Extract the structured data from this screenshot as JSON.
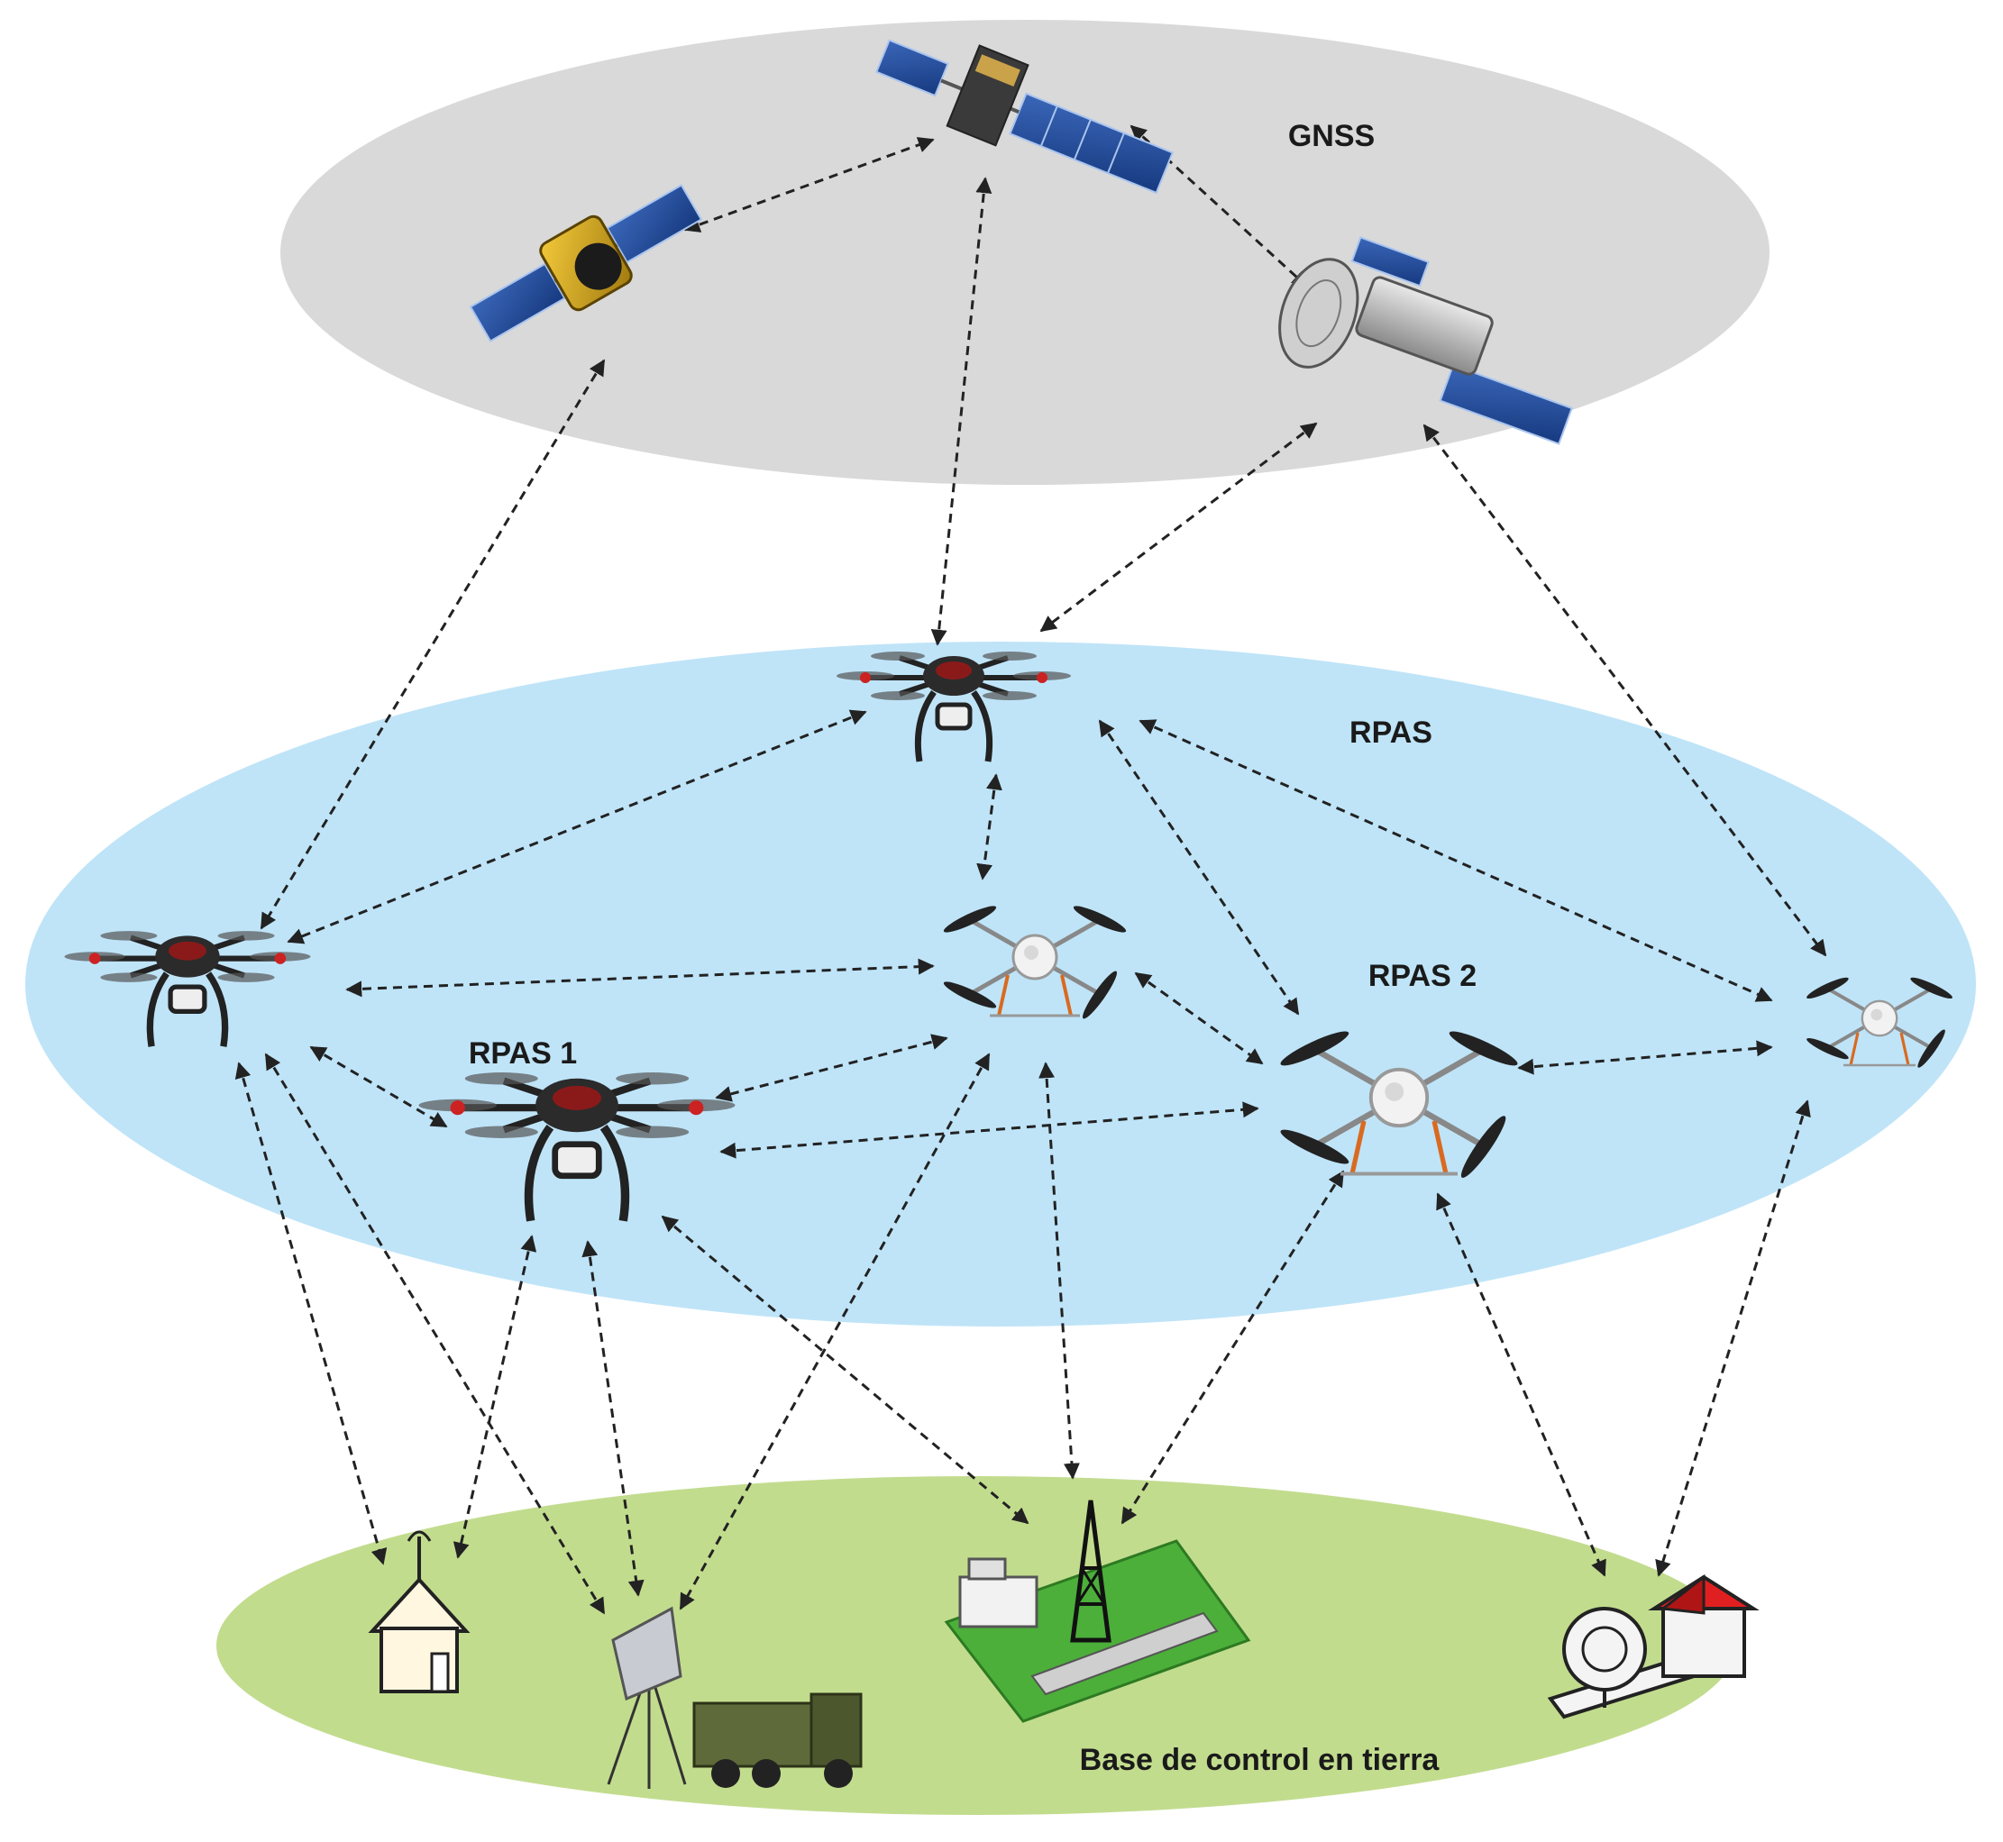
{
  "layers": {
    "gnss": {
      "label": "GNSS",
      "color": "#d9d9d9"
    },
    "rpas": {
      "label": "RPAS",
      "color": "#bfe4f8"
    },
    "ground": {
      "label": "Base de control en tierra",
      "color": "#c2dc8e"
    }
  },
  "drone_labels": {
    "rpas1": "RPAS 1",
    "rpas2": "RPAS 2"
  },
  "icons": [
    "satellite-icon",
    "drone-icon",
    "antenna-house-icon",
    "radar-truck-icon",
    "airport-tower-icon",
    "satellite-dish-station-icon"
  ],
  "link_color": "#222222"
}
